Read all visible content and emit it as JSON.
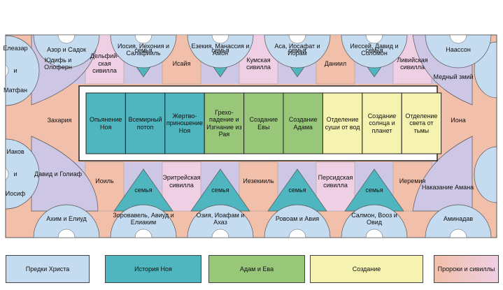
{
  "colors": {
    "ancestors": "#c5dbef",
    "noah": "#4fb6bf",
    "adam_eve": "#98c77a",
    "creation": "#f6f3b1",
    "prophets": "#f2c0aa",
    "sibyls": "#efcfe3",
    "lunette": "#cdc6e4"
  },
  "top_medallions": [
    "Азор и Садок",
    "Иосия, Иехония и Салафииль",
    "Езекия, Манассия и Амон",
    "Аса, Иосафат и Иорам",
    "Иессей, Давид и Соломон",
    "Наассон"
  ],
  "bottom_medallions": [
    "Ахим и Елиуд",
    "Зоровавель, Авиуд и Елиаким",
    "Озия, Иоафам и Ахаз",
    "Ровоам и Авия",
    "Салмон, Вооз и Овид",
    "Аминадав"
  ],
  "family_label": "семья",
  "top_seers": [
    "Дельфий-ская сивилла",
    "Исайя",
    "Кумская сивилла",
    "Даниил",
    "Ливийская сивилла"
  ],
  "bottom_seers": [
    "Иоиль",
    "Эритрейская сивилла",
    "Иезекииль",
    "Персидская сивилла",
    "Иеремия"
  ],
  "corners": {
    "top_left": "Юдифь и Олоферн",
    "bottom_left": "Давид и Голиаф",
    "top_right": "Медный змий",
    "bottom_right": "Наказание Амана"
  },
  "ends": {
    "left": "Захария",
    "right": "Иона"
  },
  "side_lunettes": {
    "left_top": [
      "Елеазар",
      "и",
      "Матфан"
    ],
    "left_bottom": [
      "Иаков",
      "и",
      "Иосиф"
    ]
  },
  "center_panels": [
    {
      "label": "Опьянение Ноя",
      "group": "noah"
    },
    {
      "label": "Всемирный потоп",
      "group": "noah"
    },
    {
      "label": "Жертво-приношение Ноя",
      "group": "noah"
    },
    {
      "label": "Грехо-падение и Изгнание из Рая",
      "group": "adam_eve"
    },
    {
      "label": "Создание Евы",
      "group": "adam_eve"
    },
    {
      "label": "Создание Адама",
      "group": "adam_eve"
    },
    {
      "label": "Отделение суши от вод",
      "group": "creation"
    },
    {
      "label": "Создание солнца и планет",
      "group": "creation"
    },
    {
      "label": "Отделение света от тьмы",
      "group": "creation"
    }
  ],
  "legend": [
    {
      "label": "Предки Христа",
      "color": "#c5dbef"
    },
    {
      "label": "История Ноя",
      "color": "#4fb6bf"
    },
    {
      "label": "Адам и Ева",
      "color": "#98c77a"
    },
    {
      "label": "Создание",
      "color": "#f6f3b1"
    },
    {
      "label": "Пророки и сивиллы",
      "color": "#f2c0aa"
    }
  ]
}
